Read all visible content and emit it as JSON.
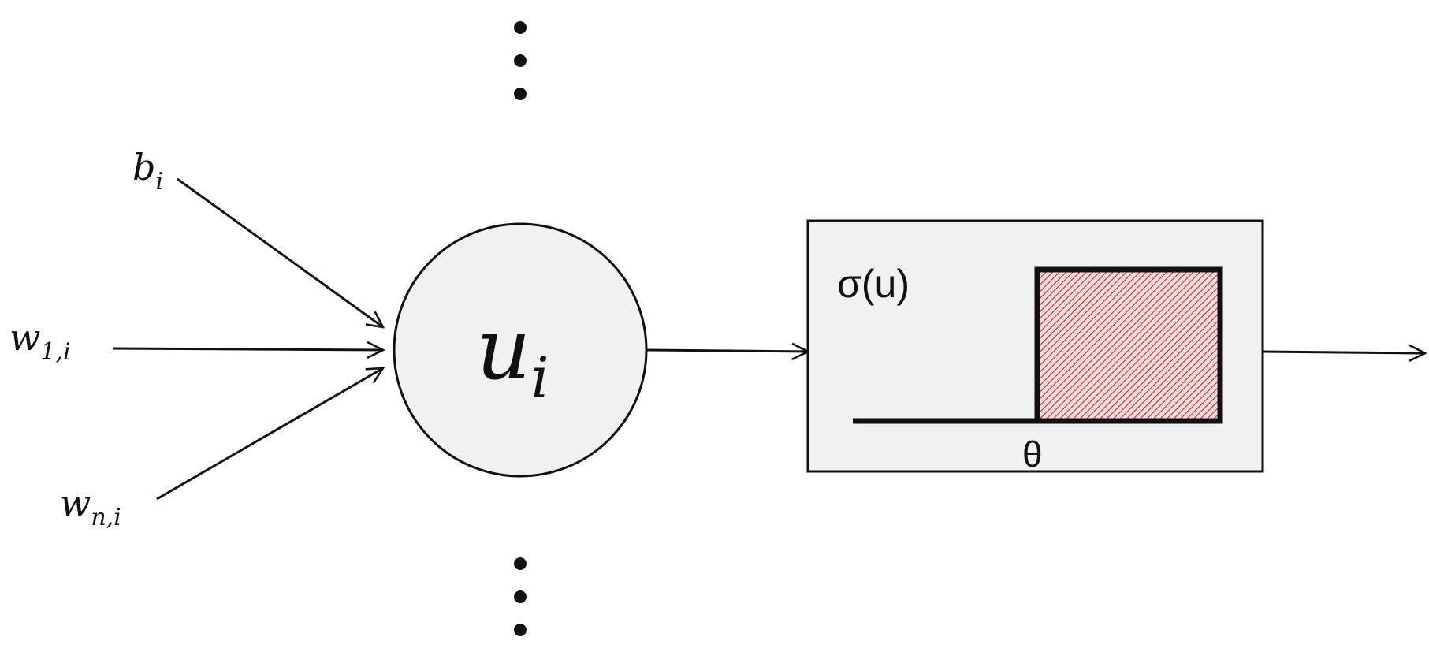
{
  "inputs": {
    "bias": {
      "symbol": "b",
      "subscript": "i"
    },
    "weight_first": {
      "symbol": "w",
      "subscript": "1,i"
    },
    "weight_last": {
      "symbol": "w",
      "subscript": "n,i"
    }
  },
  "neuron": {
    "symbol": "u",
    "subscript": "i"
  },
  "activation": {
    "label": "σ(u)",
    "threshold_label": "θ",
    "function": "step"
  },
  "ellipsis_dot_count": 3,
  "colors": {
    "stroke": "#111111",
    "node_fill": "#f1f1f1",
    "hatch_fill": "#c62828",
    "hatch_background": "#f7dede"
  }
}
